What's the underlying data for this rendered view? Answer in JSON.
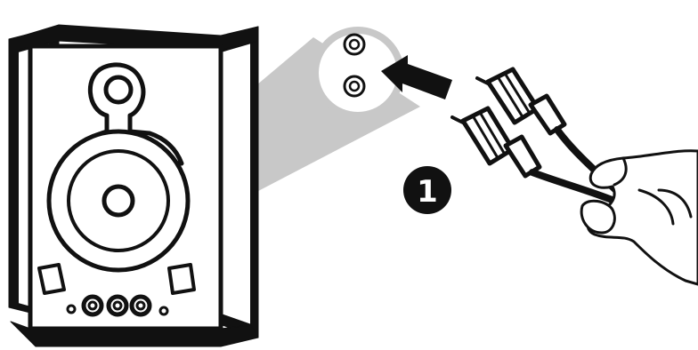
{
  "diagram": {
    "type": "instruction-illustration",
    "step": {
      "number": "1",
      "badge_color": "#111111",
      "text_color": "#ffffff"
    },
    "colors": {
      "outline": "#111111",
      "speaker_fill": "#ffffff",
      "magnifier_fill": "#c8c8c8",
      "arrow": "#111111"
    },
    "components": [
      {
        "name": "speaker",
        "icon": "speaker-rear-panel-icon"
      },
      {
        "name": "magnified-rca-jacks",
        "icon": "rca-jack-pair-icon"
      },
      {
        "name": "insert-arrow",
        "icon": "arrow-left-icon"
      },
      {
        "name": "rca-cable",
        "icon": "rca-plug-pair-icon"
      },
      {
        "name": "hand",
        "icon": "hand-icon"
      }
    ]
  }
}
